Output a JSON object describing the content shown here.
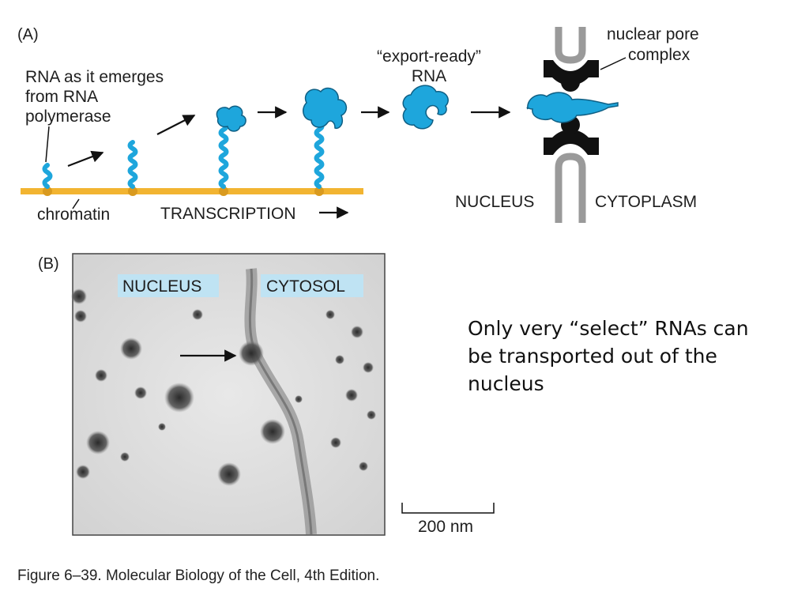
{
  "panel_a": {
    "panel_label": "(A)",
    "emerging_label": [
      "RNA as it emerges",
      "from RNA",
      "polymerase"
    ],
    "chromatin_label": "chromatin",
    "transcription_label": "TRANSCRIPTION",
    "export_ready_label": [
      "“export-ready”",
      "RNA"
    ],
    "pore_label": [
      "nuclear pore",
      "complex"
    ],
    "nucleus_label": "NUCLEUS",
    "cytoplasm_label": "CYTOPLASM"
  },
  "panel_b": {
    "panel_label": "(B)",
    "nucleus_label": "NUCLEUS",
    "cytosol_label": "CYTOSOL",
    "scale_label": "200 nm"
  },
  "note_lines": [
    "Only very “select” RNAs can",
    "be transported out of the",
    "nucleus"
  ],
  "caption": "Figure 6–39. Molecular Biology of the Cell, 4th Edition.",
  "colors": {
    "rna_blue": "#1ea6dc",
    "chromatin_gold": "#f2b431",
    "pore_gray": "#9a9a9a",
    "pore_black": "#111111",
    "label_bg": "#bfe3f3"
  }
}
